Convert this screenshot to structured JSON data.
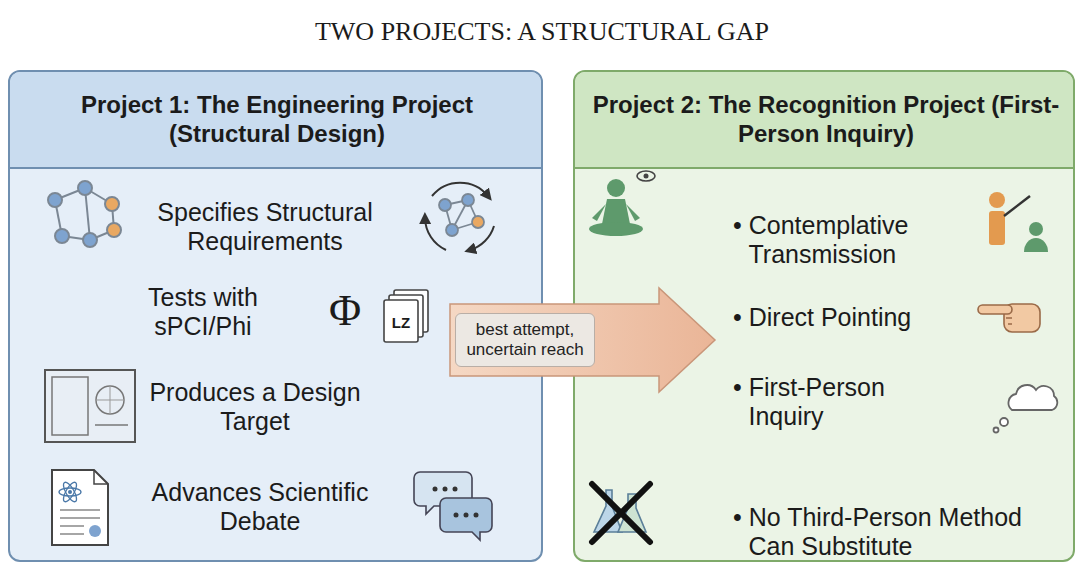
{
  "diagram": {
    "title": "TWO PROJECTS: A STRUCTURAL GAP",
    "nodes": [
      {
        "text": [
          "Project 1: The Engineering Project (Structural Design)",
          "Specifies Structural Requirements",
          "Tests with sPCI/Phi",
          "Produces a Design Target",
          "Advances Scientific Debate"
        ]
      },
      {
        "text": [
          "Project 2: The Recognition Project (First-Person Inquiry)",
          "• Contemplative Transmission",
          "• Direct Pointing",
          "• First-Person Inquiry",
          "• No Third-Person Method Can Substitute"
        ]
      }
    ],
    "edges": [
      {
        "from": 0,
        "to": 1,
        "arrow": "to",
        "label": "best attempt, uncertain reach"
      }
    ],
    "labels": [
      "Φ",
      "LZ"
    ]
  }
}
